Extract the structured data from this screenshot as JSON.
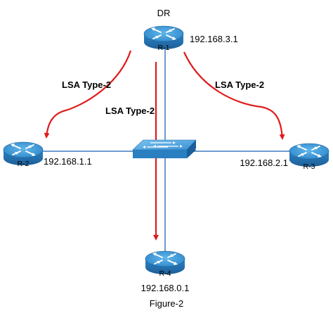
{
  "diagram": {
    "routers": {
      "r1": {
        "name": "R-1",
        "role": "DR",
        "ip": "192.168.3.1"
      },
      "r2": {
        "name": "R-2",
        "ip": "192.168.1.1"
      },
      "r3": {
        "name": "R-3",
        "ip": "192.168.2.1"
      },
      "r4": {
        "name": "R-4",
        "ip": "192.168.0.1"
      }
    },
    "lsa_labels": {
      "left": "LSA Type-2",
      "center": "LSA Type-2",
      "right": "LSA Type-2"
    },
    "caption": "Figure-2"
  },
  "colors": {
    "router_body": "#2e86c9",
    "router_top": "#4aa6df",
    "link": "#6f9ad0",
    "arrow": "#e01b1b",
    "switch": "#3b8fd4"
  },
  "icons": {
    "router": "router-icon",
    "switch": "switch-icon"
  }
}
